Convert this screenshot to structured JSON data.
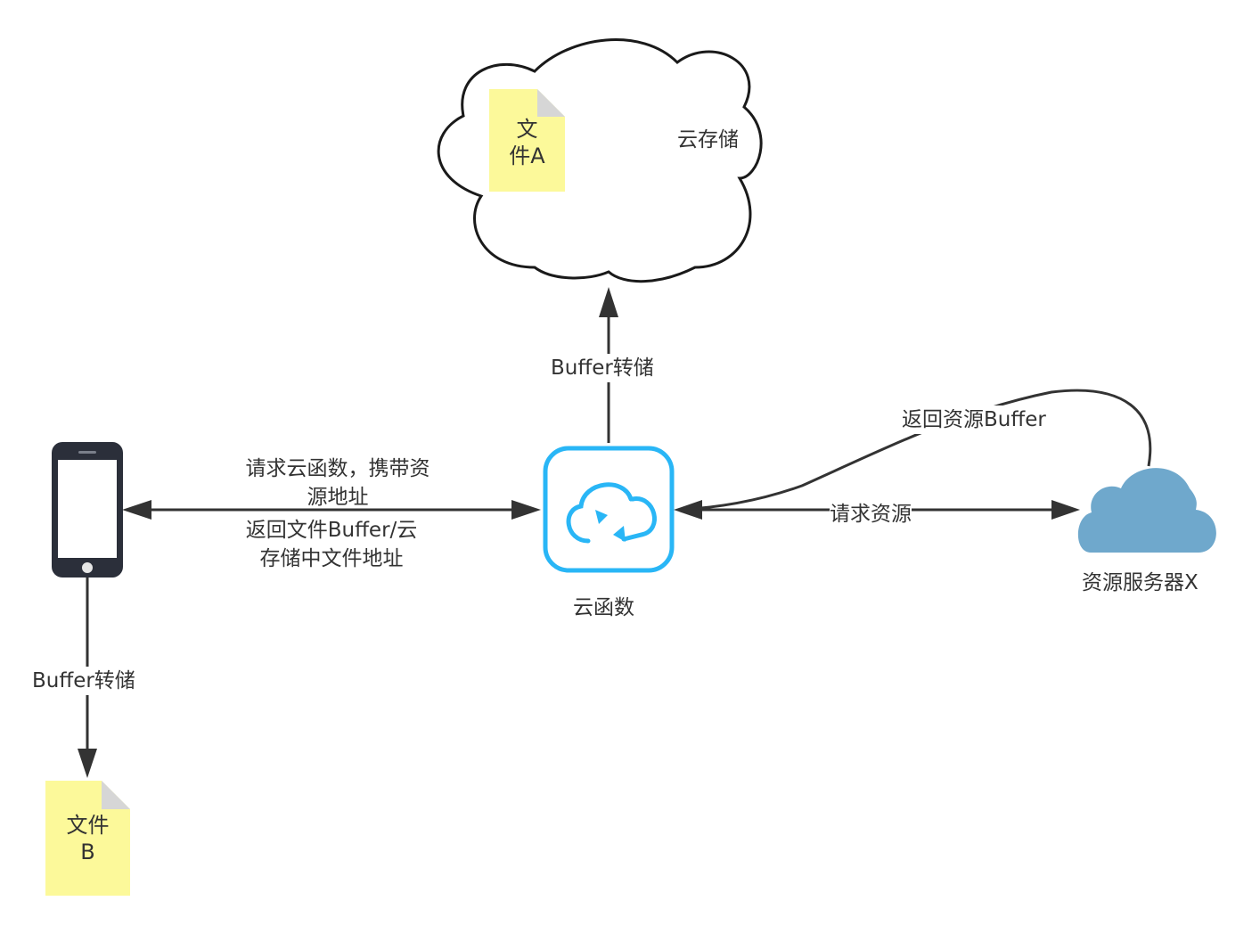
{
  "cloud_storage": {
    "label": "云存储",
    "file_a": {
      "line1": "文",
      "line2": "件A"
    }
  },
  "upload_edge": {
    "label": "Buffer转储"
  },
  "cloud_function": {
    "label": "云函数"
  },
  "phone_to_function": {
    "request_line1": "请求云函数，携带资",
    "request_line2": "源地址",
    "return_line1": "返回文件Buffer/云",
    "return_line2": "存储中文件地址"
  },
  "function_to_server": {
    "request_label": "请求资源",
    "return_label": "返回资源Buffer"
  },
  "resource_server": {
    "label": "资源服务器X"
  },
  "phone_download_edge": {
    "label": "Buffer转储"
  },
  "file_b": {
    "line1": "文件",
    "line2": "B"
  },
  "colors": {
    "line": "#333333",
    "note_fill": "#fcf99a",
    "note_fold": "#d6d6d6",
    "cloud_function_accent": "#29b6f6",
    "server_cloud": "#6fa8cc",
    "phone_body": "#2b2f3a"
  }
}
